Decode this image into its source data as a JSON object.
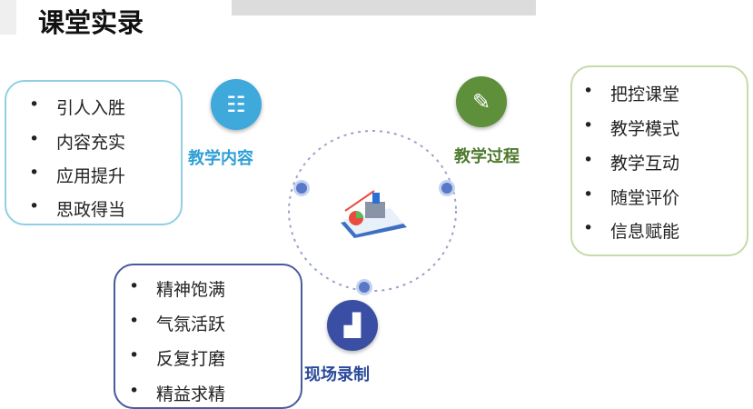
{
  "title": "课堂实录",
  "colors": {
    "blue": "#2e9fd5",
    "green": "#4d7a2c",
    "navy": "#2a4a9a"
  },
  "sections": {
    "content": {
      "label": "教学内容",
      "icon": "touch-keypad-icon",
      "items": [
        "引人入胜",
        "内容充实",
        "应用提升",
        "思政得当"
      ]
    },
    "process": {
      "label": "教学过程",
      "icon": "edit-document-icon",
      "items": [
        "把控课堂",
        "教学模式",
        "教学互动",
        "随堂评价",
        "信息赋能"
      ]
    },
    "recording": {
      "label": "现场录制",
      "icon": "bar-chart-icon",
      "items": [
        "精神饱满",
        "气氛活跃",
        "反复打磨",
        "精益求精"
      ]
    }
  },
  "bullet": "•"
}
